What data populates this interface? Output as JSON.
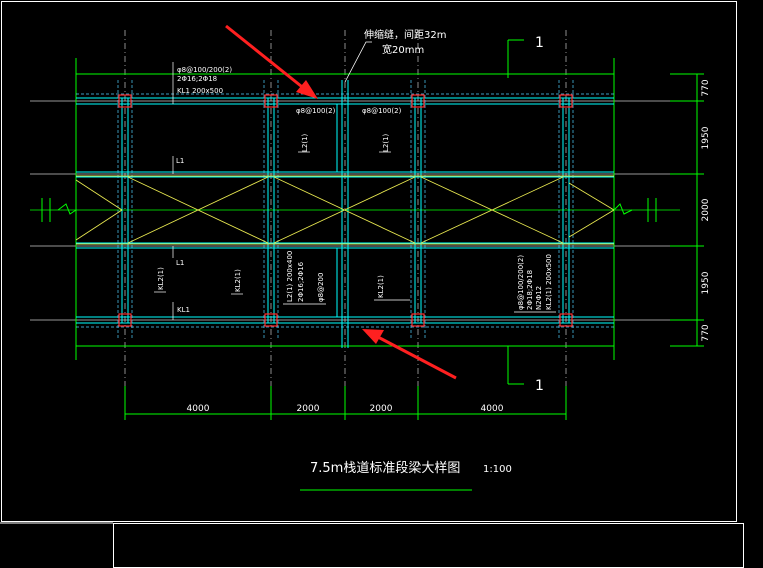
{
  "drawing": {
    "title": "7.5m栈道标准段梁大样图",
    "scale": "1:100",
    "section_mark": "1",
    "joint_note_line1": "伸缩缝，间距32m",
    "joint_note_line2": "宽20mm",
    "top_beam_label_1": "φ8@100/200(2)",
    "top_beam_label_2": "2Φ16;2Φ18",
    "top_beam_label_3": "KL1 200x500",
    "stirrup_left": "φ8@100(2)",
    "stirrup_right": "φ8@100(2)",
    "l1_upper": "L1",
    "l1_lower": "L1",
    "kl1_bottom": "KL1",
    "l2_left": "L2(1)",
    "l2_right": "L2(1)",
    "kl2_a": "KL2(1)",
    "kl2_b": "KL2(1)",
    "kl2_c": "KL2(1)",
    "mid_label_1": "L2(1) 200x400",
    "mid_label_2": "2Φ16;2Φ16",
    "mid_label_3": "φ8@200",
    "right_label_1": "φ8@100/200(2)",
    "right_label_2": "2Φ18;2Φ18",
    "right_label_3": "N2Φ12",
    "right_label_4": "KL2(1) 200x500",
    "dim_bottom": [
      "4000",
      "2000",
      "2000",
      "4000"
    ],
    "dim_right": [
      "770",
      "1950",
      "2000",
      "1950",
      "770"
    ]
  },
  "colors": {
    "background": "#000000",
    "frame": "#ffffff",
    "beam": "#00ffff",
    "column": "#ff0000",
    "brace": "#ffff00",
    "dimension": "#00ff00",
    "axis": "#c0c0c0",
    "arrow": "#ff2020"
  }
}
